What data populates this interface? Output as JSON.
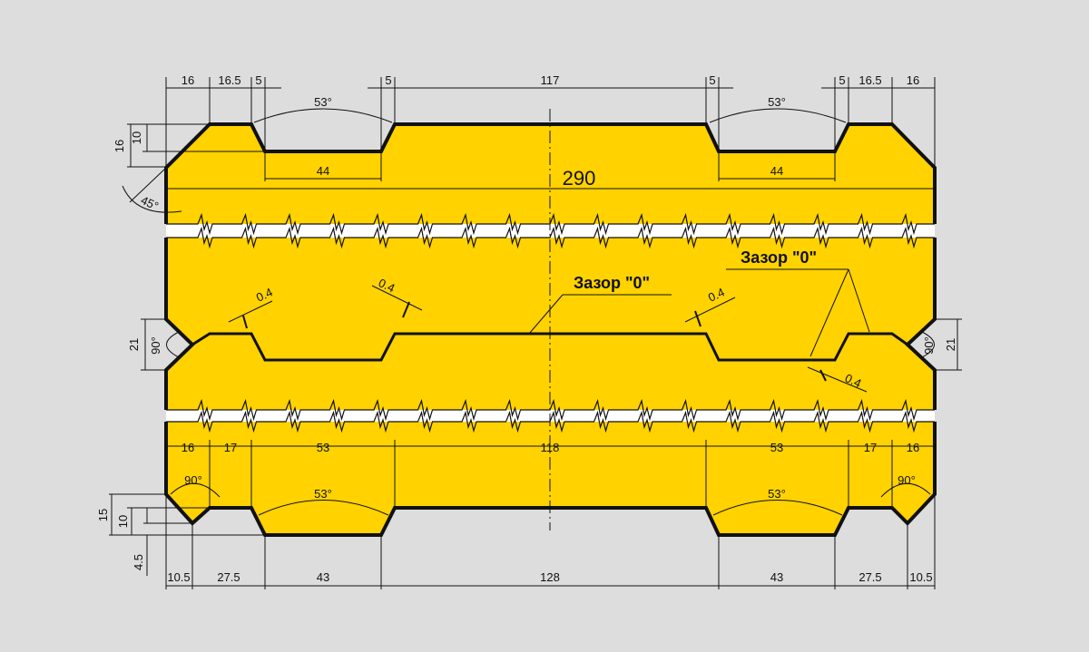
{
  "colors": {
    "background": "#dddddd",
    "fill": "#ffd200",
    "line": "#111111"
  },
  "top_dims": [
    "16",
    "16.5",
    "5",
    "5",
    "117",
    "5",
    "5",
    "16.5",
    "16"
  ],
  "top_angles": [
    "53°",
    "53°"
  ],
  "top_groove": [
    "44",
    "44"
  ],
  "left_heights": [
    "16",
    "10"
  ],
  "chamfer_angle": "45°",
  "overall_width": "290",
  "middle": {
    "gap_label_1": "Зазор \"0\"",
    "gap_label_2": "Зазор \"0\"",
    "clearances": [
      "0.4",
      "0.4",
      "0.4",
      "0.4"
    ],
    "notch_angle": [
      "90°",
      "90°"
    ],
    "notch_height": [
      "21",
      "21"
    ]
  },
  "bottom_dims_top": [
    "16",
    "17",
    "53",
    "118",
    "53",
    "17",
    "16"
  ],
  "bottom_angles": [
    "90°",
    "53°",
    "53°",
    "90°"
  ],
  "bottom_left_heights": [
    "15",
    "10",
    "4.5"
  ],
  "bottom_dims_low": [
    "10.5",
    "27.5",
    "43",
    "128",
    "43",
    "27.5",
    "10.5"
  ]
}
